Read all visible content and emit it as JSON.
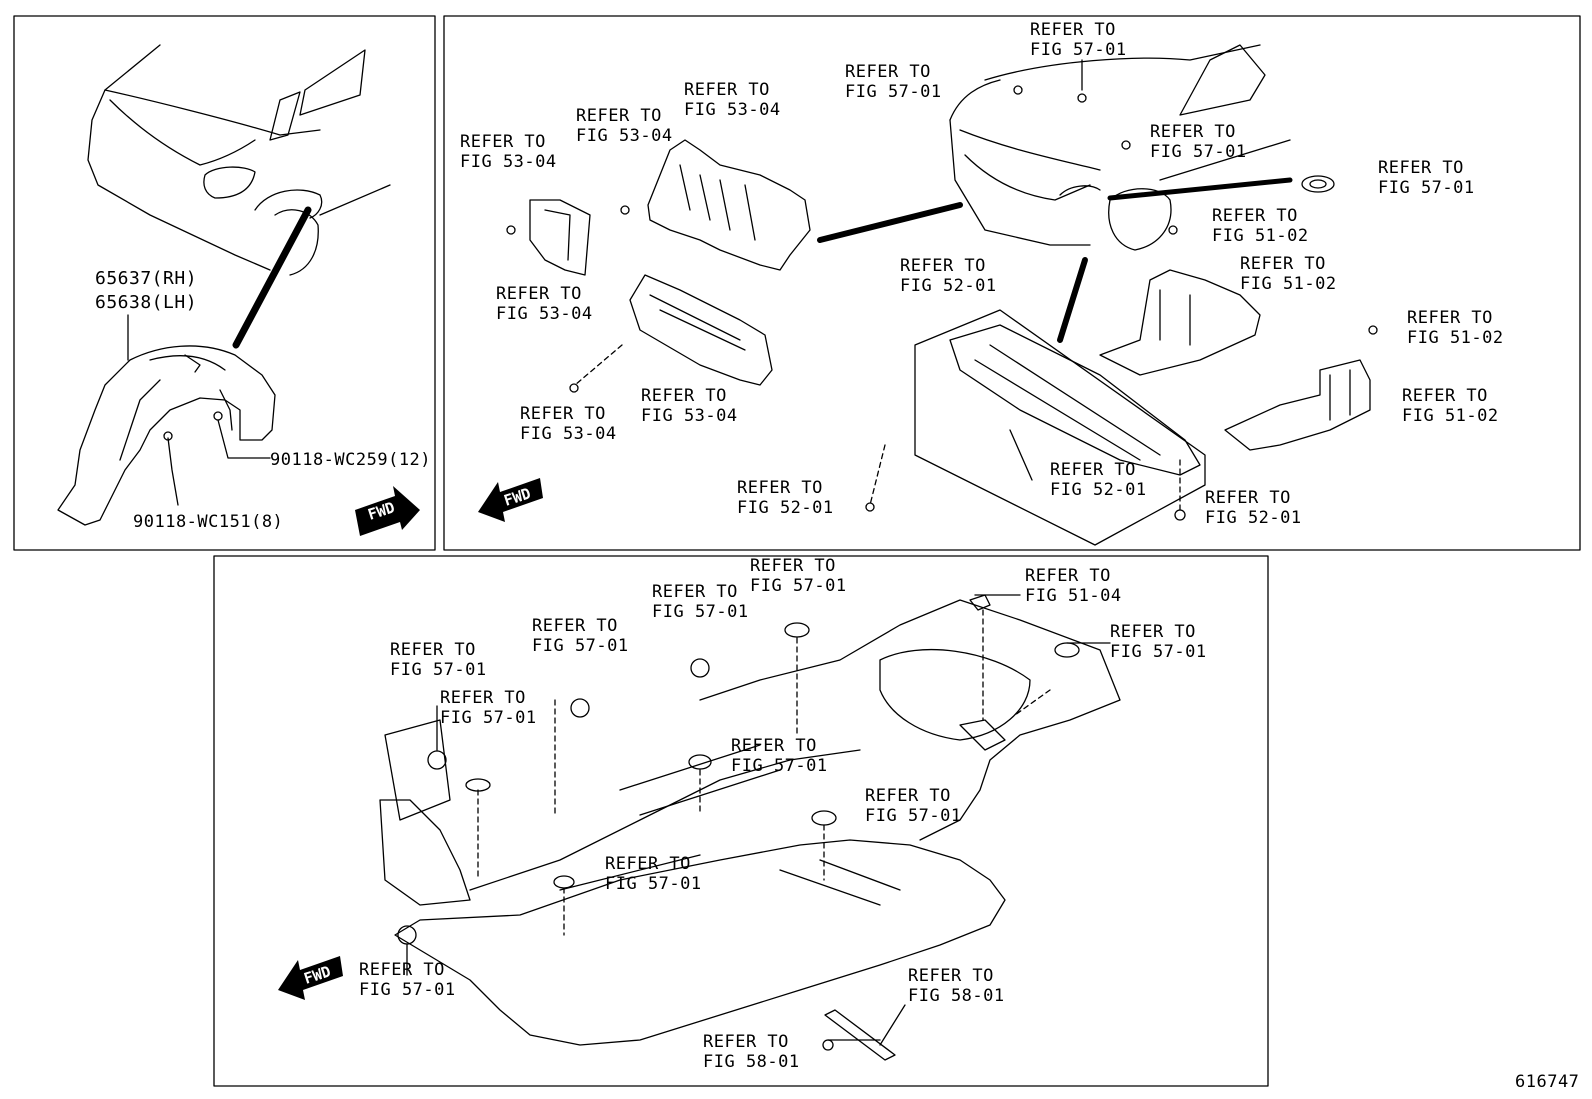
{
  "diagram_id": "616747",
  "fwd_text": "FWD",
  "panel_left": {
    "parts": [
      {
        "label": "65637(RH)"
      },
      {
        "label": "65638(LH)"
      }
    ],
    "fasteners": [
      {
        "label": "90118-WC259(12)"
      },
      {
        "label": "90118-WC151(8)"
      }
    ]
  },
  "panel_right": {
    "refs": [
      {
        "text": "REFER TO\nFIG 57-01"
      },
      {
        "text": "REFER TO\nFIG 57-01"
      },
      {
        "text": "REFER TO\nFIG 53-04"
      },
      {
        "text": "REFER TO\nFIG 53-04"
      },
      {
        "text": "REFER TO\nFIG 53-04"
      },
      {
        "text": "REFER TO\nFIG 57-01"
      },
      {
        "text": "REFER TO\nFIG 57-01"
      },
      {
        "text": "REFER TO\nFIG 51-02"
      },
      {
        "text": "REFER TO\nFIG 53-04"
      },
      {
        "text": "REFER TO\nFIG 52-01"
      },
      {
        "text": "REFER TO\nFIG 51-02"
      },
      {
        "text": "REFER TO\nFIG 51-02"
      },
      {
        "text": "REFER TO\nFIG 53-04"
      },
      {
        "text": "REFER TO\nFIG 53-04"
      },
      {
        "text": "REFER TO\nFIG 51-02"
      },
      {
        "text": "REFER TO\nFIG 52-01"
      },
      {
        "text": "REFER TO\nFIG 52-01"
      },
      {
        "text": "REFER TO\nFIG 52-01"
      }
    ]
  },
  "panel_bottom": {
    "refs": [
      {
        "text": "REFER TO\nFIG 57-01"
      },
      {
        "text": "REFER TO\nFIG 51-04"
      },
      {
        "text": "REFER TO\nFIG 57-01"
      },
      {
        "text": "REFER TO\nFIG 57-01"
      },
      {
        "text": "REFER TO\nFIG 57-01"
      },
      {
        "text": "REFER TO\nFIG 57-01"
      },
      {
        "text": "REFER TO\nFIG 57-01"
      },
      {
        "text": "REFER TO\nFIG 57-01"
      },
      {
        "text": "REFER TO\nFIG 57-01"
      },
      {
        "text": "REFER TO\nFIG 57-01"
      },
      {
        "text": "REFER TO\nFIG 57-01"
      },
      {
        "text": "REFER TO\nFIG 58-01"
      },
      {
        "text": "REFER TO\nFIG 58-01"
      }
    ]
  }
}
